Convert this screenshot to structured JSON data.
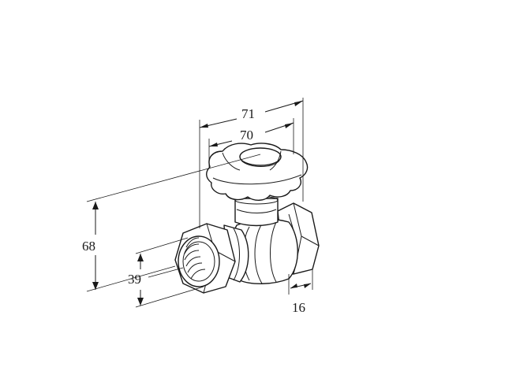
{
  "dimensions": {
    "width_overall": "71",
    "width_handle": "70",
    "height_overall": "68",
    "height_body": "39",
    "nut_length": "16"
  }
}
